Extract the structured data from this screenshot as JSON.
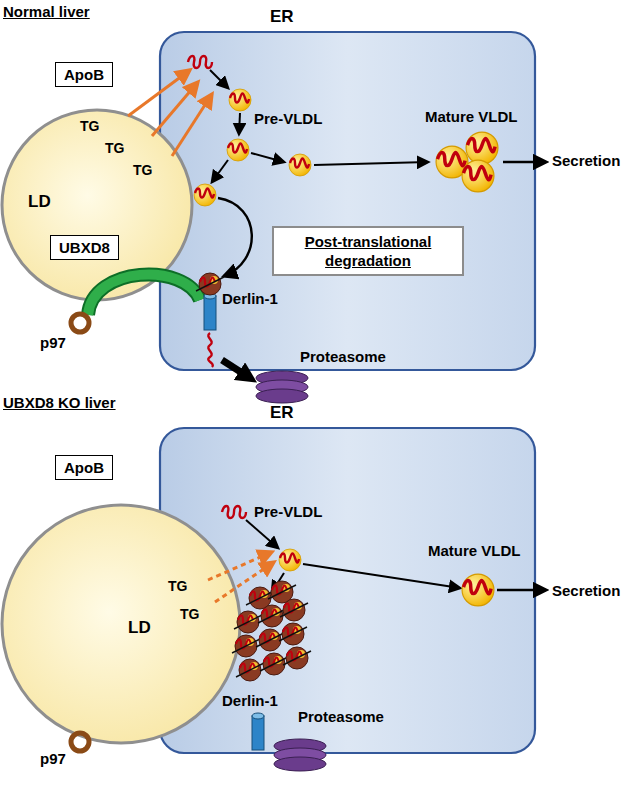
{
  "diagram": {
    "nodes": [
      {
        "text": [
          "ApoB"
        ]
      },
      {
        "text": [
          "ER"
        ]
      },
      {
        "text": [
          "TG",
          "TG",
          "TG",
          "LD"
        ]
      },
      {
        "text": [
          "UBXD8"
        ],
        "in": 2
      },
      {
        "text": [
          "Post-translational degradation"
        ],
        "in": 1
      },
      {
        "text": [
          "ApoB"
        ]
      },
      {
        "text": [
          "ER"
        ]
      },
      {
        "text": [
          "TG",
          "TG",
          "LD"
        ]
      }
    ],
    "labels": [
      "Normal liver",
      "Pre-VLDL",
      "Mature VLDL",
      "Secretion",
      "p97",
      "Derlin-1",
      "Proteasome",
      "UBXD8 KO liver",
      "Pre-VLDL",
      "Mature VLDL",
      "Secretion",
      "p97",
      "Derlin-1",
      "Proteasome"
    ]
  }
}
